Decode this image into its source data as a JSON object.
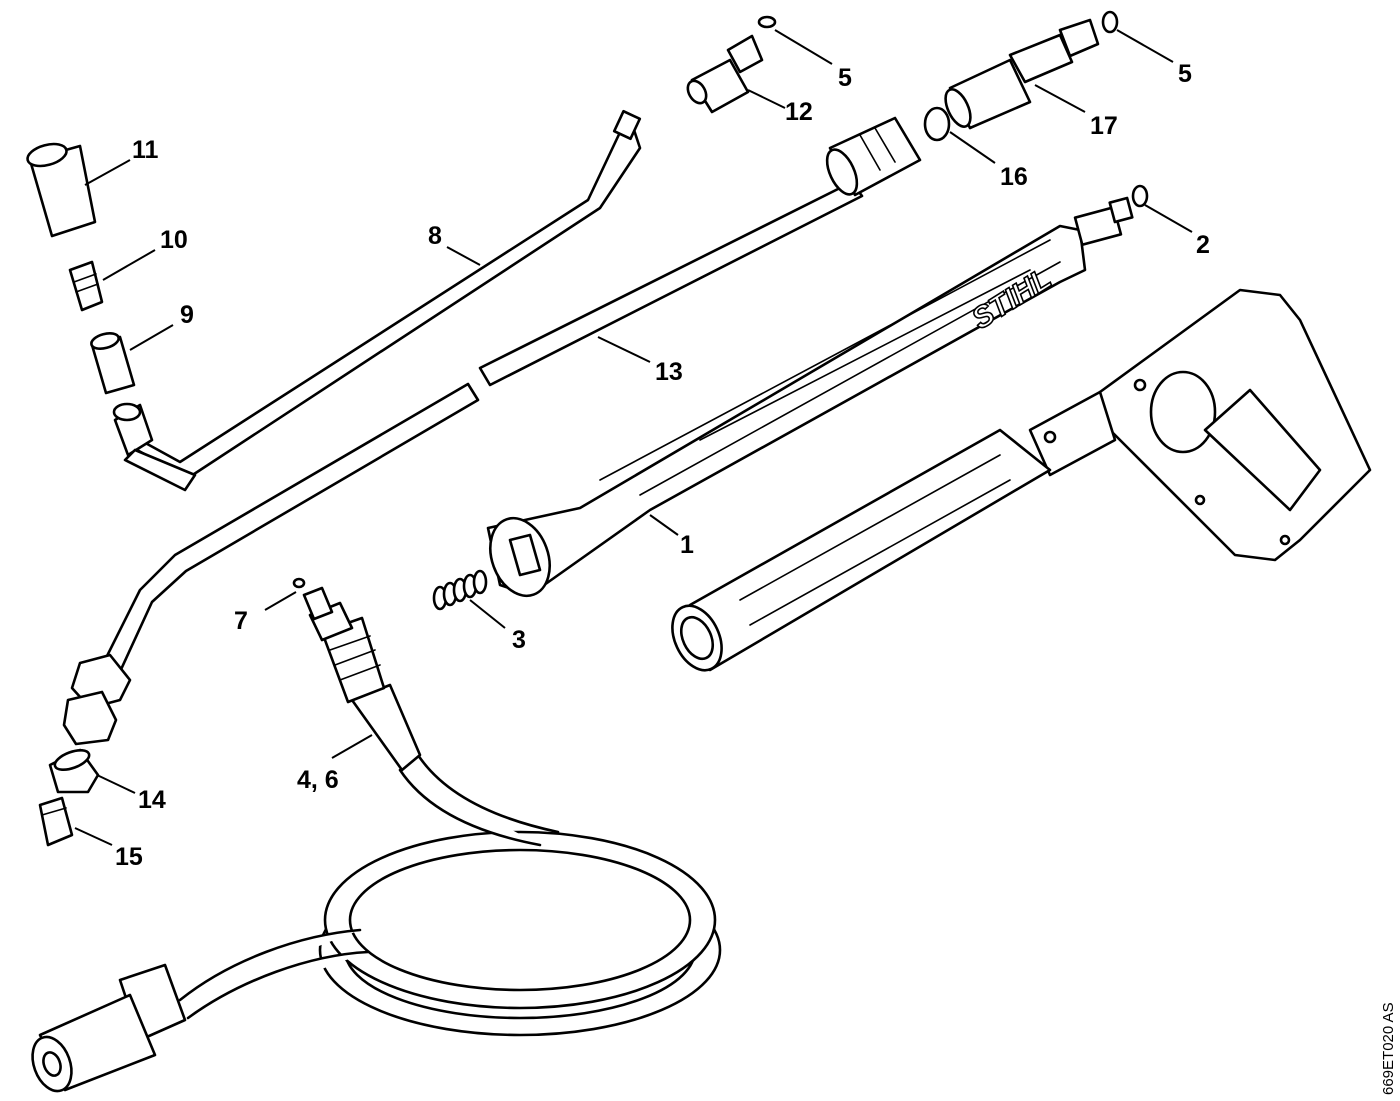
{
  "figure": {
    "code": "669ET020 AS",
    "brand_logo_text": "STIHL"
  },
  "callouts": [
    {
      "id": "c1",
      "label": "1"
    },
    {
      "id": "c2",
      "label": "2"
    },
    {
      "id": "c3",
      "label": "3"
    },
    {
      "id": "c46",
      "label": "4, 6"
    },
    {
      "id": "c5a",
      "label": "5"
    },
    {
      "id": "c5b",
      "label": "5"
    },
    {
      "id": "c7",
      "label": "7"
    },
    {
      "id": "c8",
      "label": "8"
    },
    {
      "id": "c9",
      "label": "9"
    },
    {
      "id": "c10",
      "label": "10"
    },
    {
      "id": "c11",
      "label": "11"
    },
    {
      "id": "c12",
      "label": "12"
    },
    {
      "id": "c13",
      "label": "13"
    },
    {
      "id": "c14",
      "label": "14"
    },
    {
      "id": "c15",
      "label": "15"
    },
    {
      "id": "c16",
      "label": "16"
    },
    {
      "id": "c17",
      "label": "17"
    }
  ]
}
